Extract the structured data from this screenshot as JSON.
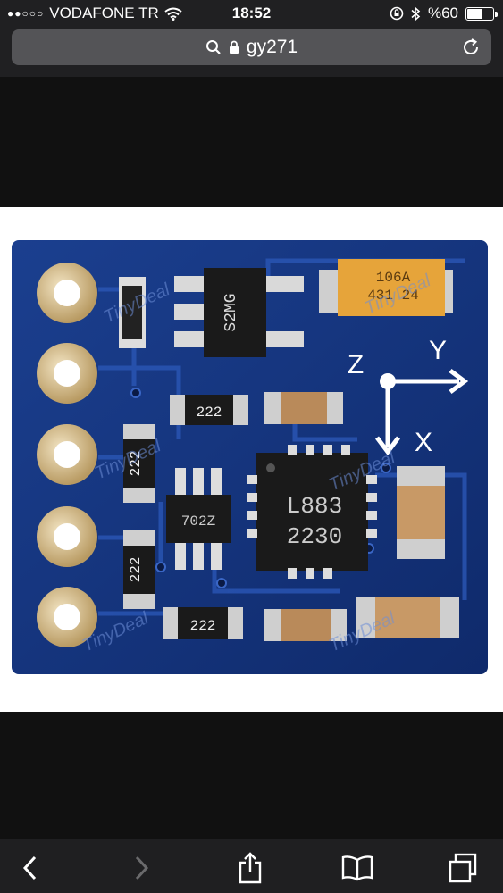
{
  "status_bar": {
    "signal_dots": "●●○○○",
    "carrier": "VODAFONE TR",
    "time": "18:52",
    "battery_percent": "%60",
    "battery_level": 0.6
  },
  "url_bar": {
    "url_text": "gy271"
  },
  "photo": {
    "chip_top": "S2MG",
    "chip_mid_left": "702Z",
    "chip_main_line1": "L883",
    "chip_main_line2": "2230",
    "tantalum_line1": "106A",
    "tantalum_line2": "431 24",
    "resistor_label": "222",
    "axis_z": "Z",
    "axis_y": "Y",
    "axis_x": "X",
    "watermark": "TinyDeal"
  },
  "icons": {
    "search": "search-icon",
    "lock": "lock-icon",
    "wifi": "wifi-icon",
    "reload": "reload-icon",
    "back": "back-icon",
    "forward": "forward-icon",
    "share": "share-icon",
    "bookmarks": "bookmarks-icon",
    "tabs": "tabs-icon"
  }
}
